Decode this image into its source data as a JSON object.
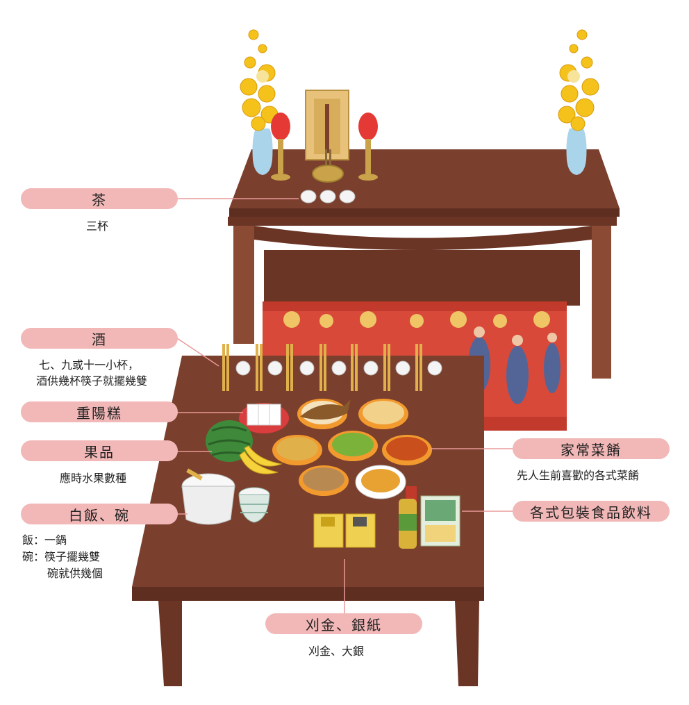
{
  "callouts": {
    "tea": {
      "label": "茶",
      "desc": "三杯"
    },
    "wine": {
      "label": "酒",
      "desc_line1": "七、九或十一小杯，",
      "desc_line2": "酒供幾杯筷子就擺幾雙"
    },
    "cake": {
      "label": "重陽糕"
    },
    "fruit": {
      "label": "果品",
      "desc": "應時水果數種"
    },
    "rice": {
      "label": "白飯、碗",
      "desc_line1": "飯：一鍋",
      "desc_line2": "碗：筷子擺幾雙",
      "desc_line3": "碗就供幾個"
    },
    "dishes": {
      "label": "家常菜餚",
      "desc": "先人生前喜歡的各式菜餚"
    },
    "packaged": {
      "label": "各式包裝食品飲料"
    },
    "paper": {
      "label": "刈金、銀紙",
      "desc": "刈金、大銀"
    }
  },
  "colors": {
    "table": "#7a3f2d",
    "table_edge": "#5e2e20",
    "pill": "#f2b7b7",
    "leader": "#e89a9a",
    "altar_cloth": "#d8493a",
    "flower": "#f4c21b",
    "vase": "#a9d4ea"
  },
  "icons": [
    "altar-table-icon",
    "offering-table-icon",
    "flower-vase-icon",
    "candle-icon",
    "ancestral-tablet-icon",
    "incense-burner-icon",
    "tea-cup-icon",
    "wine-cup-icon",
    "chopsticks-icon",
    "watermelon-icon",
    "banana-icon",
    "rice-pot-icon",
    "bowl-stack-icon",
    "fish-dish-icon",
    "dish-plate-icon",
    "cake-box-icon",
    "drink-bottle-icon",
    "snack-package-icon",
    "joss-paper-icon"
  ]
}
